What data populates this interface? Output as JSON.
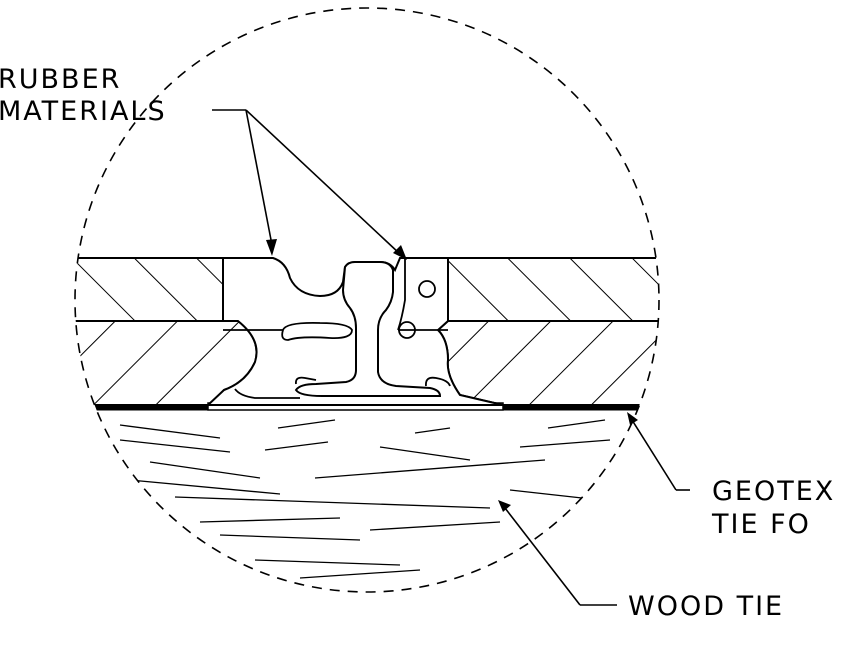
{
  "labels": {
    "rubber_line1": "RUBBER",
    "rubber_line2": "MATERIALS",
    "geotex_line1": "GEOTEX",
    "geotex_line2": "TIE FO",
    "wood_tie": "WOOD TIE"
  },
  "colors": {
    "ink": "#000000",
    "background": "#ffffff"
  }
}
